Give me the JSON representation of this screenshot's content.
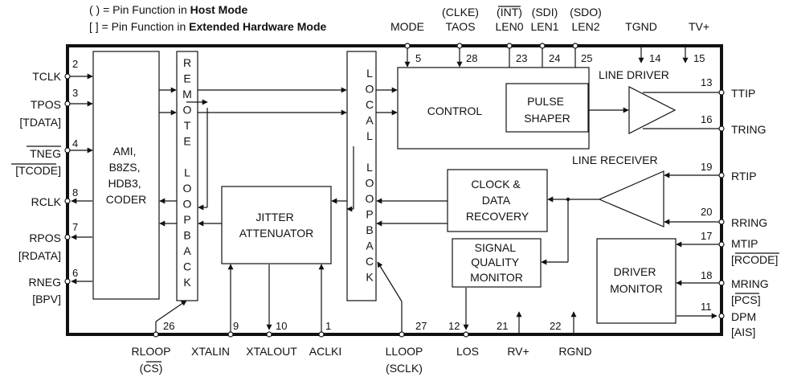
{
  "legend": {
    "host_line": {
      "prefix": "( ) = Pin Function in ",
      "mode": "Host Mode"
    },
    "ext_line": {
      "prefix": "[ ] = Pin Function in ",
      "mode": "Extended Hardware Mode"
    }
  },
  "blocks": {
    "coder": [
      "AMI,",
      "B8ZS,",
      "HDB3,",
      "CODER"
    ],
    "remote_loopback": [
      "R",
      "E",
      "M",
      "O",
      "T",
      "E",
      "",
      "L",
      "O",
      "O",
      "P",
      "B",
      "A",
      "C",
      "K"
    ],
    "local_loopback": [
      "L",
      "O",
      "C",
      "A",
      "L",
      "",
      "L",
      "O",
      "O",
      "P",
      "B",
      "A",
      "C",
      "K"
    ],
    "jitter_attenuator": [
      "JITTER",
      "ATTENUATOR"
    ],
    "control": "CONTROL",
    "pulse_shaper": [
      "PULSE",
      "SHAPER"
    ],
    "clock_data_recovery": [
      "CLOCK &",
      "DATA",
      "RECOVERY"
    ],
    "signal_quality_monitor": [
      "SIGNAL",
      "QUALITY",
      "MONITOR"
    ],
    "driver_monitor": [
      "DRIVER",
      "MONITOR"
    ],
    "line_driver": "LINE DRIVER",
    "line_receiver": "LINE  RECEIVER"
  },
  "pins": {
    "tclk": {
      "num": "2",
      "name": "TCLK"
    },
    "tpos": {
      "num": "3",
      "name": "TPOS",
      "alt": "[TDATA]"
    },
    "tneg": {
      "num": "4",
      "name": "TNEG",
      "alt_prefix": "[",
      "alt_over": "TCODE",
      "alt_suffix": "]"
    },
    "rclk": {
      "num": "8",
      "name": "RCLK"
    },
    "rpos": {
      "num": "7",
      "name": "RPOS",
      "alt": "[RDATA]"
    },
    "rneg": {
      "num": "6",
      "name": "RNEG",
      "alt": "[BPV]"
    },
    "mode": {
      "num": "5",
      "name": "MODE"
    },
    "taos": {
      "num": "28",
      "name": "TAOS",
      "alt": "(CLKE)"
    },
    "len0": {
      "num": "23",
      "name": "LEN0",
      "alt_prefix": "(",
      "alt_over": "INT",
      "alt_suffix": ")"
    },
    "len1": {
      "num": "24",
      "name": "LEN1",
      "alt": "(SDI)"
    },
    "len2": {
      "num": "25",
      "name": "LEN2",
      "alt": "(SDO)"
    },
    "tgnd": {
      "num": "14",
      "name": "TGND"
    },
    "tvplus": {
      "num": "15",
      "name": "TV+"
    },
    "ttip": {
      "num": "13",
      "name": "TTIP"
    },
    "tring": {
      "num": "16",
      "name": "TRING"
    },
    "rtip": {
      "num": "19",
      "name": "RTIP"
    },
    "rring": {
      "num": "20",
      "name": "RRING"
    },
    "mtip": {
      "num": "17",
      "name": "MTIP",
      "alt_prefix": "[",
      "alt_over": "RCODE",
      "alt_suffix": "]"
    },
    "mring": {
      "num": "18",
      "name": "MRING",
      "alt_prefix": "[",
      "alt_over": "PCS",
      "alt_suffix": "]"
    },
    "dpm": {
      "num": "11",
      "name": "DPM",
      "alt": "[AIS]"
    },
    "rloop": {
      "num": "26",
      "name": "RLOOP",
      "alt_prefix": "(",
      "alt_over": "CS",
      "alt_suffix": ")"
    },
    "xtalin": {
      "num": "9",
      "name": "XTALIN"
    },
    "xtalout": {
      "num": "10",
      "name": "XTALOUT"
    },
    "aclki": {
      "num": "1",
      "name": "ACLKI"
    },
    "lloop": {
      "num": "27",
      "name": "LLOOP",
      "alt": "(SCLK)"
    },
    "los": {
      "num": "12",
      "name": "LOS"
    },
    "rvplus": {
      "num": "21",
      "name": "RV+"
    },
    "rgnd": {
      "num": "22",
      "name": "RGND"
    }
  }
}
